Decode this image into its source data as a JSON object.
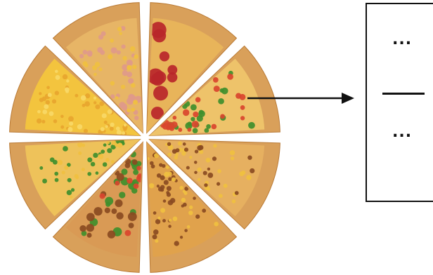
{
  "pizza": {
    "slice_count": 8,
    "highlighted_slice_index": 1,
    "slice_toppings": [
      "pepperoni",
      "vegetable",
      "cheese-meat",
      "sausage",
      "beef-pepper",
      "pesto",
      "cheese",
      "ham"
    ],
    "colors": {
      "crust": "#d9a05a",
      "crust_shadow": "#b97a36",
      "cheese": "#f0c040",
      "pepperoni": "#b8262a",
      "green_pepper": "#3f8f2c",
      "tomato": "#d9452e",
      "sausage": "#8a4b22",
      "ham": "#e09a8a"
    }
  },
  "fraction_box": {
    "numerator": "...",
    "denominator": "..."
  }
}
